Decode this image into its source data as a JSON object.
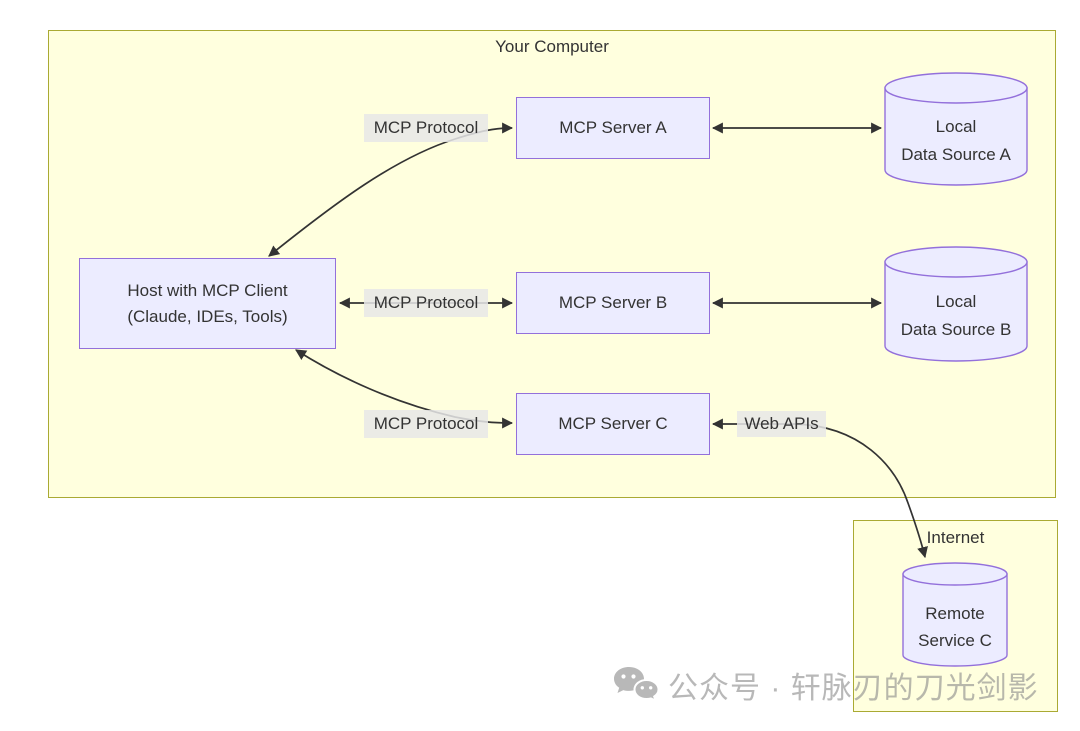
{
  "groups": {
    "your_computer": {
      "title": "Your Computer"
    },
    "internet": {
      "title": "Internet"
    }
  },
  "nodes": {
    "host": {
      "line1": "Host with MCP Client",
      "line2": "(Claude, IDEs, Tools)"
    },
    "server_a": {
      "label": "MCP Server A"
    },
    "server_b": {
      "label": "MCP Server B"
    },
    "server_c": {
      "label": "MCP Server C"
    },
    "data_source_a": {
      "line1": "Local",
      "line2": "Data Source A"
    },
    "data_source_b": {
      "line1": "Local",
      "line2": "Data Source B"
    },
    "remote_service_c": {
      "line1": "Remote",
      "line2": "Service C"
    }
  },
  "edges": {
    "host_server_a": {
      "label": "MCP Protocol"
    },
    "host_server_b": {
      "label": "MCP Protocol"
    },
    "host_server_c": {
      "label": "MCP Protocol"
    },
    "server_c_remote": {
      "label": "Web APIs"
    }
  },
  "watermark": {
    "icon": "wechat-icon",
    "text": "公众号 · 轩脉刃的刀光剑影"
  },
  "colors": {
    "cluster_fill": "#ffffde",
    "cluster_border": "#aaaa33",
    "node_fill": "#ececff",
    "node_border": "#9370db",
    "edge_line": "#333333",
    "edge_label_bg": "#e8e8e8",
    "text": "#333333",
    "watermark_gray": "#ababab"
  }
}
